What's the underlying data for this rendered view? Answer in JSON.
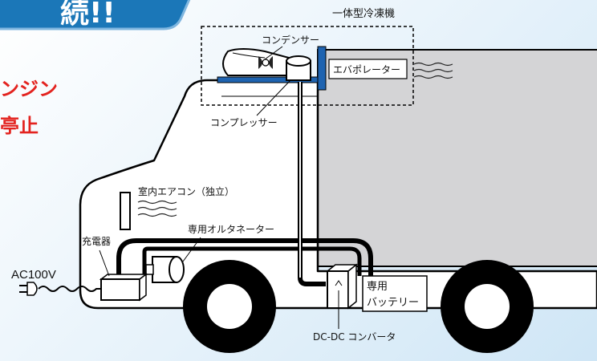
{
  "header_tab": {
    "text": "続!!"
  },
  "side_text": {
    "line1": "ンジン",
    "line2": "亭止"
  },
  "labels": {
    "integrated_freezer": "一体型冷凍機",
    "condenser": "コンデンサー",
    "evaporator": "エバポレーター",
    "compressor": "コンプレッサー",
    "cabin_aircon": "室内エアコン（独立）",
    "alternator": "専用オルタネーター",
    "charger": "充電器",
    "ac_input": "AC100V",
    "battery_line1": "専用",
    "battery_line2": "バッテリー",
    "dcdc_converter": "DC-DC コンバータ"
  },
  "colors": {
    "tab_blue": "#1b77b8",
    "accent_blue": "#1e63b0",
    "cargo_gray": "#d4d4d6",
    "highlight_red": "#e3231f"
  }
}
